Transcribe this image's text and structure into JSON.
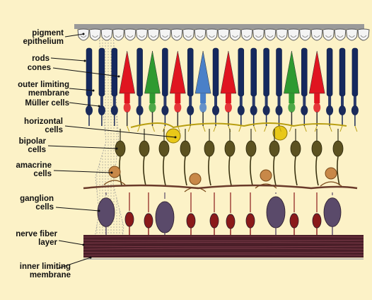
{
  "labels": {
    "pigment": [
      "pigment",
      "epithelium"
    ],
    "rods": "rods",
    "cones": "cones",
    "olm": [
      "outer limiting",
      "membrane"
    ],
    "muller": "Müller cells",
    "horizontal": [
      "horizontal",
      "cells"
    ],
    "bipolar": [
      "bipolar",
      "cells"
    ],
    "amacrine": [
      "amacrine",
      "cells"
    ],
    "ganglion": [
      "ganglion",
      "cells"
    ],
    "nfl": [
      "nerve fiber",
      "layer"
    ],
    "ilm": [
      "inner limiting",
      "membrane"
    ]
  },
  "colors": {
    "background": "#fcf2c7",
    "rod": "#15295e",
    "cone_red": "#e01520",
    "cone_green": "#2f9a30",
    "cone_blue": "#4a80c8",
    "bipolar": "#5c5220",
    "horizontal": "#e8c818",
    "amacrine": "#c88848",
    "ganglion": "#5a4a6a",
    "nerve_fiber": "#4a1e28"
  },
  "photoreceptors": [
    "rod",
    "rod",
    "rod",
    "red",
    "rod",
    "green",
    "rod",
    "red",
    "rod",
    "blue",
    "rod",
    "red",
    "rod",
    "rod",
    "rod",
    "rod",
    "green",
    "rod",
    "red",
    "rod",
    "rod",
    "rod"
  ]
}
